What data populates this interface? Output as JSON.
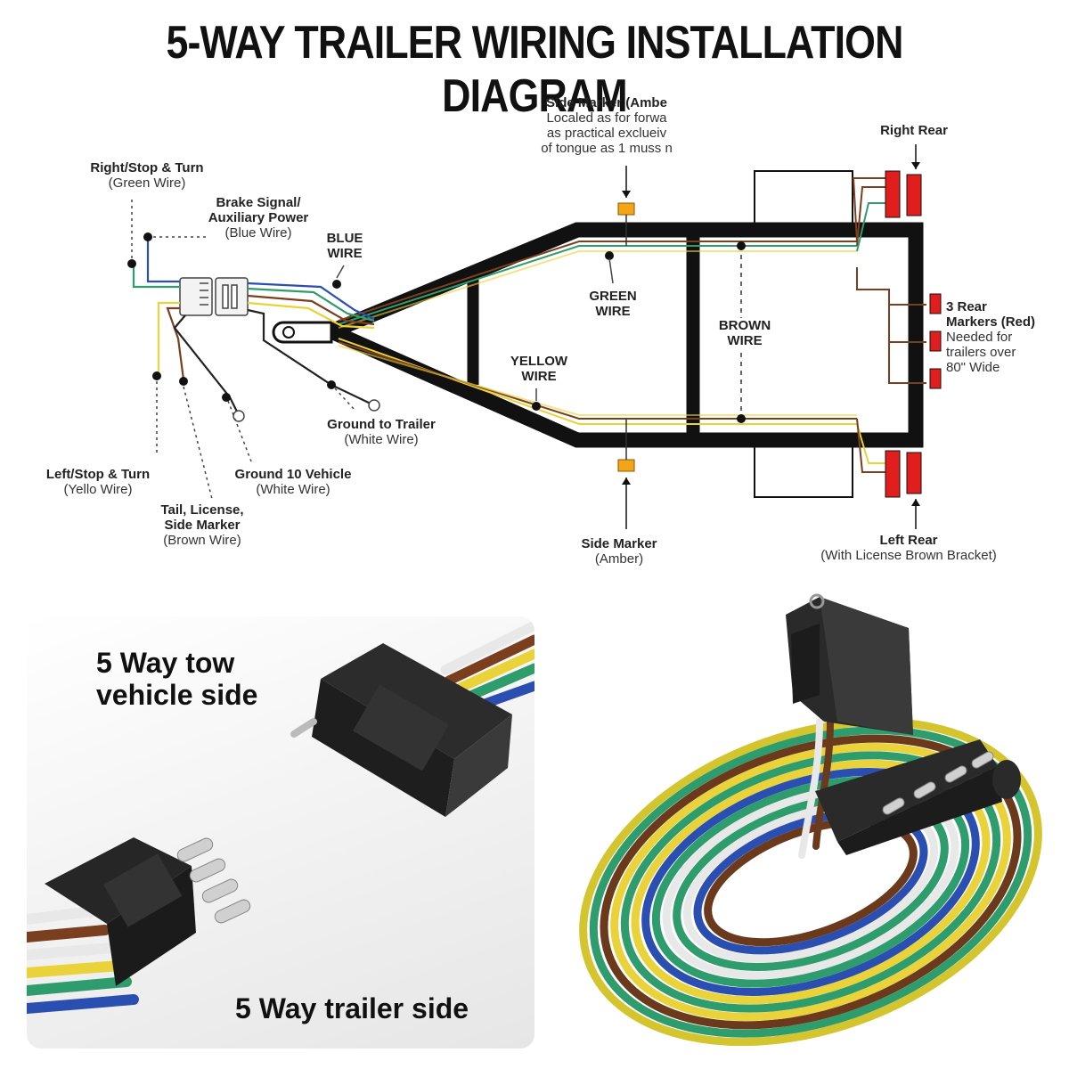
{
  "title": "5-WAY TRAILER WIRING INSTALLATION DIAGRAM",
  "labels": {
    "right_stop_turn": {
      "name": "Right/Stop & Turn",
      "wire": "(Green Wire)"
    },
    "brake_signal": {
      "name1": "Brake Signal/",
      "name2": "Auxiliary Power",
      "wire": "(Blue Wire)"
    },
    "blue_wire": {
      "line1": "BLUE",
      "line2": "WIRE"
    },
    "left_stop_turn": {
      "name": "Left/Stop & Turn",
      "wire": "(Yello Wire)"
    },
    "ground_vehicle": {
      "name": "Ground 10 Vehicle",
      "wire": "(White Wire)"
    },
    "tail_license": {
      "name1": "Tail, License,",
      "name2": "Side Marker",
      "wire": "(Brown Wire)"
    },
    "ground_trailer": {
      "name": "Ground to Trailer",
      "wire": "(White Wire)"
    },
    "side_marker_top": {
      "name": "Side Marker (Ambe",
      "l1": "Localed as for forwa",
      "l2": "as practical exclueiv",
      "l3": "of tongue as 1 muss n"
    },
    "green_wire": {
      "line1": "GREEN",
      "line2": "WIRE"
    },
    "yellow_wire": {
      "line1": "YELLOW",
      "line2": "WIRE"
    },
    "brown_wire": {
      "line1": "BROWN",
      "line2": "WIRE"
    },
    "right_rear": {
      "name": "Right Rear"
    },
    "rear_markers": {
      "line1": "3 Rear",
      "line2": "Markers (Red)",
      "line3": "Needed for",
      "line4": "trailers over",
      "line5": "80\" Wide"
    },
    "side_marker_bottom": {
      "name": "Side Marker",
      "sub": "(Amber)"
    },
    "left_rear": {
      "name": "Left Rear",
      "sub": "(With License Brown Bracket)"
    }
  },
  "photos": {
    "tow_side": {
      "line1": "5 Way tow",
      "line2": "vehicle side"
    },
    "trailer_side": "5 Way trailer side"
  },
  "colors": {
    "frame": "#111111",
    "green_wire": "#2f9c6e",
    "blue_wire": "#2a4fb0",
    "yellow_wire": "#e9d23a",
    "brown_wire": "#7a3f1e",
    "white_wire": "#d8d8d8",
    "amber_marker": "#f2a516",
    "red_marker": "#e21d1d"
  }
}
